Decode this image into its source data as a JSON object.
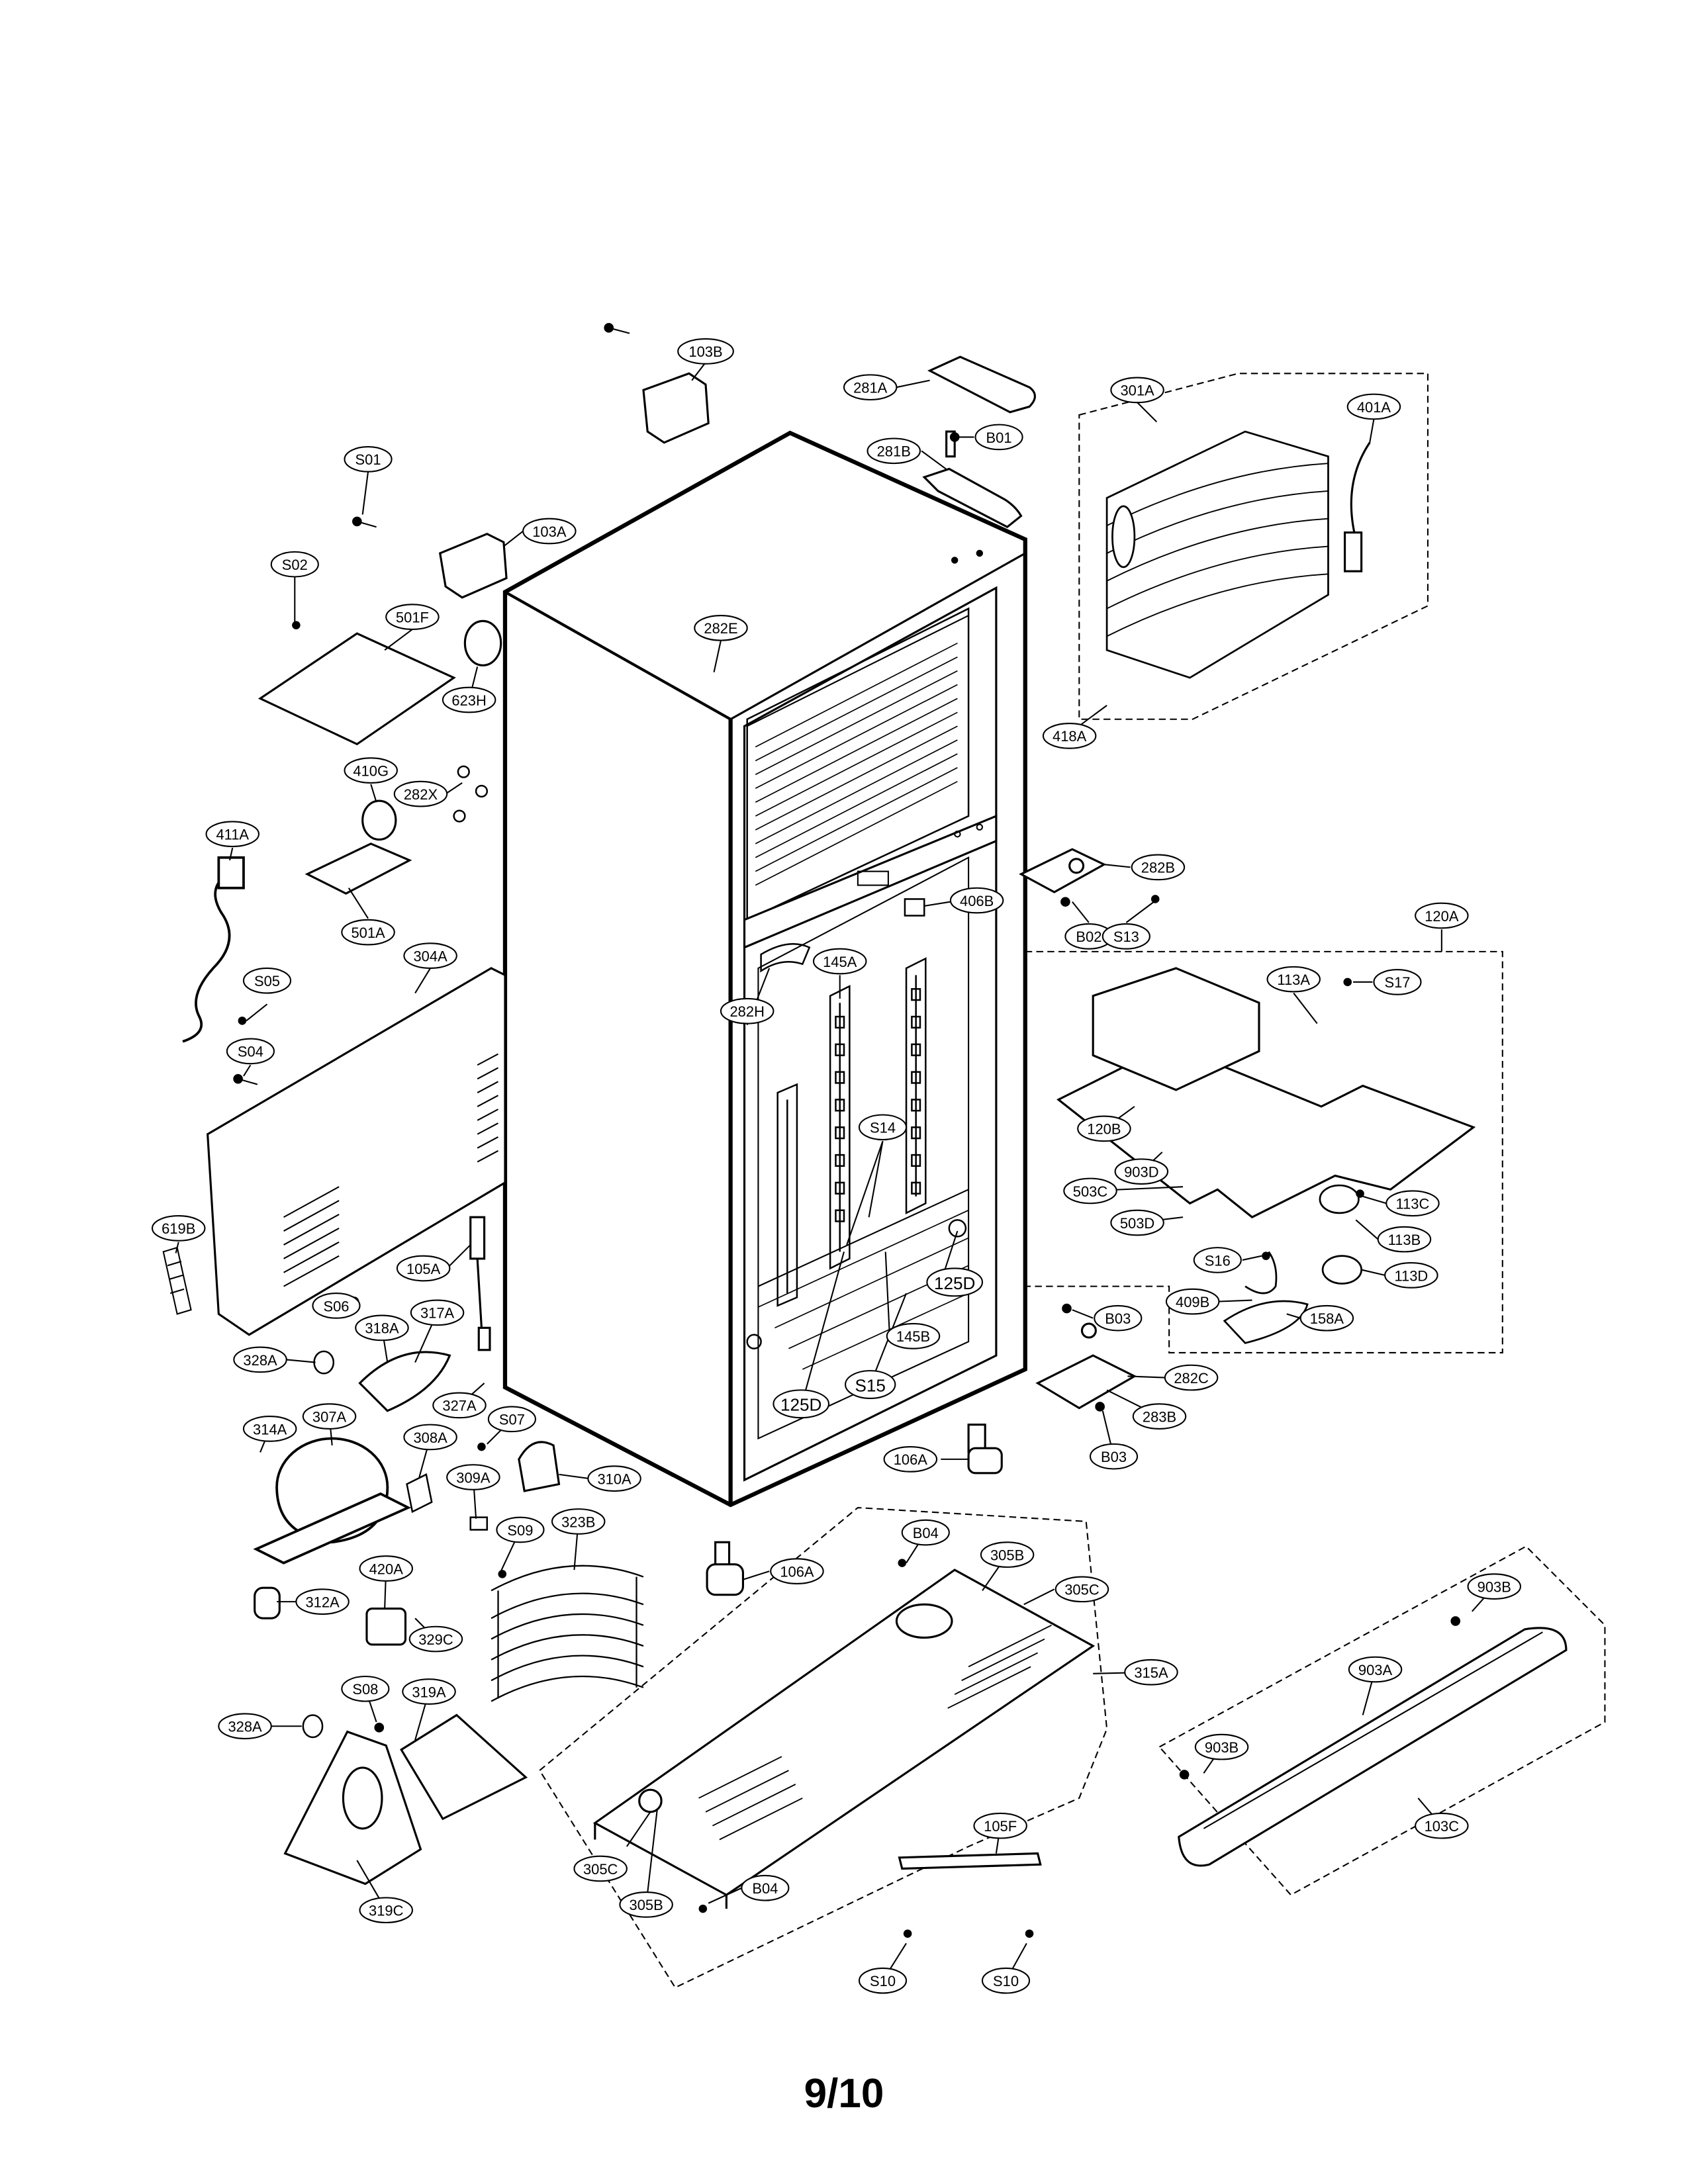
{
  "page_number": "9/10",
  "part_labels": {
    "p103B": "103B",
    "p281A": "281A",
    "p301A": "301A",
    "p401A": "401A",
    "pB01": "B01",
    "p281B": "281B",
    "pS01": "S01",
    "p103A": "103A",
    "pS02": "S02",
    "p501F": "501F",
    "p623H": "623H",
    "p282E": "282E",
    "p418A": "418A",
    "p410G": "410G",
    "p282X": "282X",
    "p411A": "411A",
    "p501A": "501A",
    "p282B": "282B",
    "pB02": "B02",
    "pS13": "S13",
    "p406B": "406B",
    "p120A": "120A",
    "p304A": "304A",
    "pS05": "S05",
    "p145A": "145A",
    "p282H": "282H",
    "p113A": "113A",
    "pS17": "S17",
    "pS04": "S04",
    "p120B": "120B",
    "p903D": "903D",
    "pS14": "S14",
    "p503C": "503C",
    "p113C": "113C",
    "p619B": "619B",
    "p503D": "503D",
    "p113B": "113B",
    "pS16": "S16",
    "p113D": "113D",
    "p105A": "105A",
    "p125D_a": "125D",
    "p409B": "409B",
    "p158A": "158A",
    "pS06": "S06",
    "p317A": "317A",
    "pB03_a": "B03",
    "p318A": "318A",
    "p145B": "145B",
    "p328A_a": "328A",
    "p282C": "282C",
    "pS15": "S15",
    "p327A": "327A",
    "p125D_b": "125D",
    "p283B": "283B",
    "pS07": "S07",
    "p314A": "314A",
    "p307A": "307A",
    "p308A": "308A",
    "pB03_b": "B03",
    "p106A_a": "106A",
    "p309A": "309A",
    "p310A": "310A",
    "p323B": "323B",
    "pS09": "S09",
    "pB04_a": "B04",
    "p305B_a": "305B",
    "p420A": "420A",
    "p106A_b": "106A",
    "p305C_a": "305C",
    "p312A": "312A",
    "p329C": "329C",
    "p903B_a": "903B",
    "p315A": "315A",
    "pS08": "S08",
    "p319A": "319A",
    "p903A": "903A",
    "p328A_b": "328A",
    "p903B_b": "903B",
    "p105F": "105F",
    "p305C_b": "305C",
    "p103C": "103C",
    "p305B_b": "305B",
    "pB04_b": "B04",
    "p319C": "319C",
    "pS10_a": "S10",
    "pS10_b": "S10"
  }
}
